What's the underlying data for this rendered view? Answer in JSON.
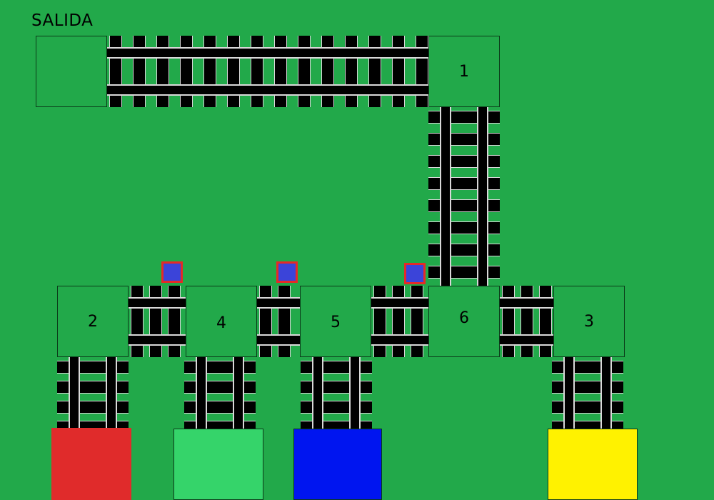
{
  "title": "SALIDA",
  "nodes": {
    "n1": "1",
    "n2": "2",
    "n3": "3",
    "n4": "4",
    "n5": "5",
    "n6": "6"
  },
  "destinations": {
    "red": "#e02b2b",
    "light_green": "#35d46a",
    "blue": "#0015f0",
    "yellow": "#fff200"
  },
  "switch_colors": {
    "fill": "#3b44d9",
    "border": "#e52a27"
  },
  "board_color": "#22a94a"
}
